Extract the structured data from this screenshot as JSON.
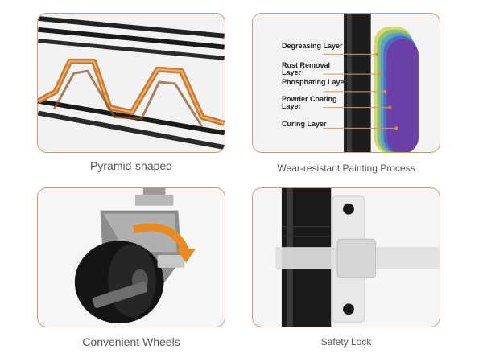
{
  "panels": [
    {
      "caption": "Pyramid-shaped"
    },
    {
      "caption": "Wear-resistant Painting Process",
      "layers": [
        {
          "label": "Degreasing Layer",
          "color": "#d8d870"
        },
        {
          "label": "Rust Removal Layer",
          "color": "#8cc36a"
        },
        {
          "label": "Phosphating Layer",
          "color": "#5ea0c8"
        },
        {
          "label": "Powder Coating Layer",
          "color": "#4a6dc0"
        },
        {
          "label": "Curing Layer",
          "color": "#6b3fa8"
        }
      ]
    },
    {
      "caption": "Convenient Wheels"
    },
    {
      "caption": "Safety Lock"
    }
  ],
  "colors": {
    "border": "#c89b72",
    "caption": "#555555",
    "wire_accent": "#c87a30",
    "arrow": "#e88a20"
  }
}
